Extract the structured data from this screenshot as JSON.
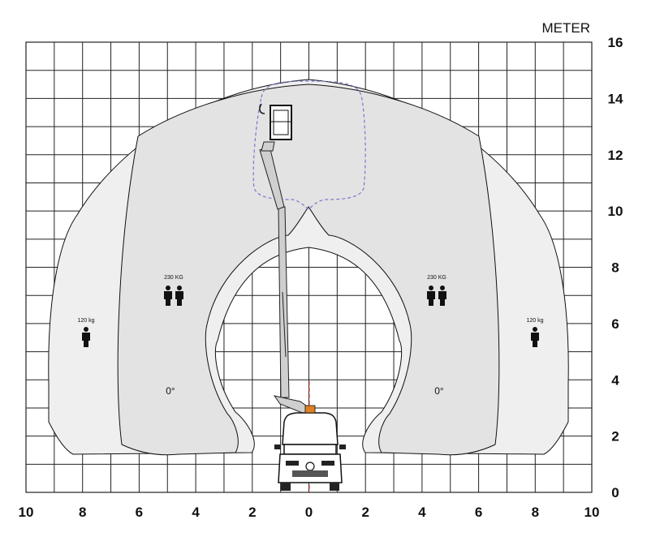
{
  "unit_label": "METER",
  "chart_data": {
    "type": "diagram",
    "x_ticks": [
      "10",
      "8",
      "6",
      "4",
      "2",
      "0",
      "2",
      "4",
      "6",
      "8",
      "10"
    ],
    "y_ticks": [
      "0",
      "2",
      "4",
      "6",
      "8",
      "10",
      "12",
      "14",
      "16"
    ],
    "zones": {
      "outer_load": "120 kg",
      "inner_load": "230 KG",
      "rotation": "0°"
    }
  },
  "colors": {
    "grid": "#222222",
    "envelope_fill": "#efefef",
    "inner_fill": "#e3e3e3",
    "platform_path": "#7777cc",
    "center_line": "#dd3322"
  },
  "icons": [
    "person-icon",
    "two-persons-icon",
    "van-icon",
    "boom-icon",
    "basket-icon"
  ]
}
